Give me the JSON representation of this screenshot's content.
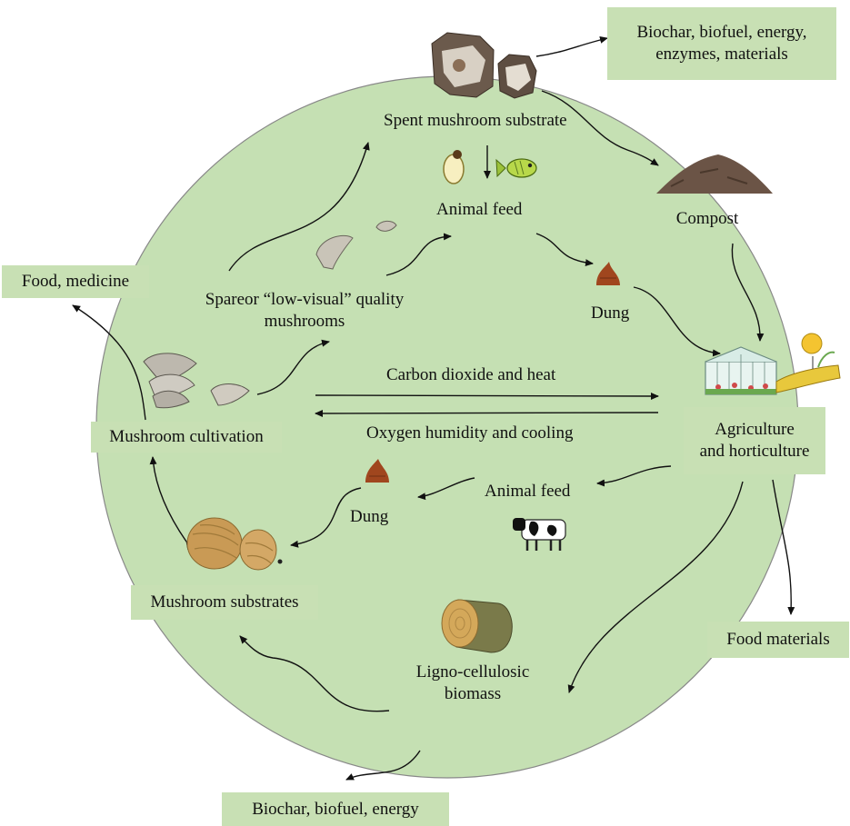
{
  "labels": {
    "spent_substrate": "Spent mushroom substrate",
    "animal_feed_top": "Animal feed",
    "compost": "Compost",
    "dung_top": "Dung",
    "spare_line1": "Spareor “low-visual” quality",
    "spare_line2": "mushrooms",
    "mushroom_cultivation": "Mushroom cultivation",
    "carbon_dioxide": "Carbon dioxide and heat",
    "oxygen": "Oxygen humidity and cooling",
    "agriculture_line1": "Agriculture",
    "agriculture_line2": "and horticulture",
    "animal_feed_bottom": "Animal feed",
    "dung_bottom": "Dung",
    "mushroom_substrates": "Mushroom substrates",
    "ligno_line1": "Ligno-cellulosic",
    "ligno_line2": "biomass"
  },
  "outputs": {
    "top_right_line1": "Biochar, biofuel, energy,",
    "top_right_line2": "enzymes, materials",
    "food_medicine": "Food, medicine",
    "food_materials": "Food materials",
    "bottom": "Biochar, biofuel, energy"
  },
  "colors": {
    "circle_fill": "#c5e0b3",
    "box_fill": "#c8e0b4",
    "arrow": "#111111",
    "dung": "#a0461e",
    "compost": "#6b5446",
    "hay": "#c99a55"
  }
}
